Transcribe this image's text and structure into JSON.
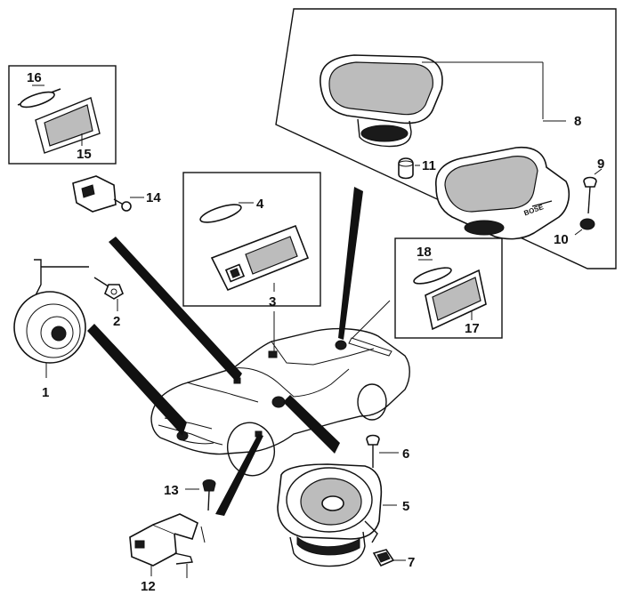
{
  "callouts": {
    "c1": "1",
    "c2": "2",
    "c3": "3",
    "c4": "4",
    "c5": "5",
    "c6": "6",
    "c7": "7",
    "c8": "8",
    "c9": "9",
    "c10": "10",
    "c11": "11",
    "c12": "12",
    "c13": "13",
    "c14": "14",
    "c15": "15",
    "c16": "16",
    "c17": "17",
    "c18": "18"
  },
  "speaker_grille_text": "BOSE",
  "colors": {
    "ink": "#111111",
    "paper": "#ffffff",
    "shade": "#bcbcbc"
  }
}
